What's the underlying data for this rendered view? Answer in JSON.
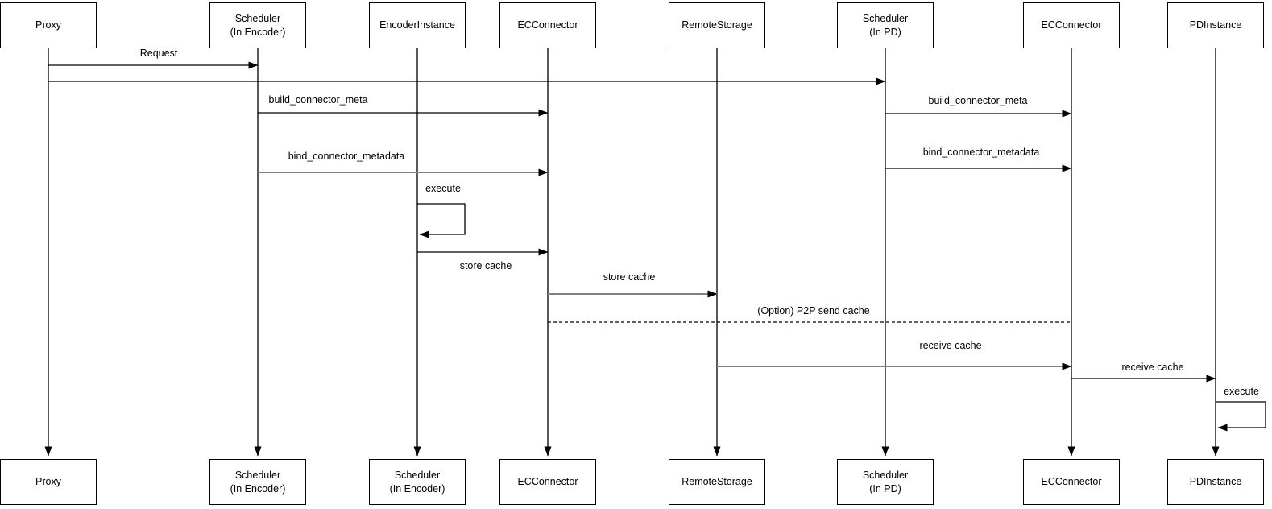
{
  "colors": {
    "background": "#ffffff",
    "box_fill": "#ffffff",
    "box_border": "#000000",
    "arrow_primary": "#000000",
    "arrow_secondary": "#808080",
    "text": "#000000"
  },
  "actors_top": [
    {
      "label": "Proxy"
    },
    {
      "label": "Scheduler\n(In Encoder)"
    },
    {
      "label": "EncoderInstance"
    },
    {
      "label": "ECConnector"
    },
    {
      "label": "RemoteStorage"
    },
    {
      "label": "Scheduler\n(In PD)"
    },
    {
      "label": "ECConnector"
    },
    {
      "label": "PDInstance"
    }
  ],
  "actors_bottom": [
    {
      "label": "Proxy"
    },
    {
      "label": "Scheduler\n(In Encoder)"
    },
    {
      "label": "Scheduler\n(In Encoder)"
    },
    {
      "label": "ECConnector"
    },
    {
      "label": "RemoteStorage"
    },
    {
      "label": "Scheduler\n(In PD)"
    },
    {
      "label": "ECConnector"
    },
    {
      "label": "PDInstance"
    }
  ],
  "messages": [
    {
      "label": "Request",
      "from": "Proxy",
      "to": "Scheduler (In Encoder)",
      "line": "solid-black"
    },
    {
      "label": "",
      "from": "Proxy",
      "to": "Scheduler (In PD)",
      "line": "solid-black"
    },
    {
      "label": "build_connector_meta",
      "from": "Scheduler (In Encoder)",
      "to": "ECConnector",
      "line": "solid-black"
    },
    {
      "label": "build_connector_meta",
      "from": "Scheduler (In PD)",
      "to": "ECConnector",
      "line": "solid-black"
    },
    {
      "label": "bind_connector_metadata",
      "from": "Scheduler (In Encoder)",
      "to": "ECConnector",
      "line": "solid-gray"
    },
    {
      "label": "bind_connector_metadata",
      "from": "Scheduler (In PD)",
      "to": "ECConnector",
      "line": "solid-black"
    },
    {
      "label": "execute",
      "from": "EncoderInstance",
      "to": "EncoderInstance",
      "line": "self-loop"
    },
    {
      "label": "store cache",
      "from": "EncoderInstance",
      "to": "ECConnector",
      "line": "solid-black"
    },
    {
      "label": "store cache",
      "from": "ECConnector",
      "to": "RemoteStorage",
      "line": "solid-gray"
    },
    {
      "label": "(Option) P2P send cache",
      "from": "ECConnector",
      "to": "ECConnector",
      "line": "dashed-black"
    },
    {
      "label": "receive cache",
      "from": "RemoteStorage",
      "to": "ECConnector",
      "line": "solid-gray"
    },
    {
      "label": "receive cache",
      "from": "ECConnector",
      "to": "PDInstance",
      "line": "solid-black"
    },
    {
      "label": "execute",
      "from": "PDInstance",
      "to": "PDInstance",
      "line": "self-loop"
    }
  ]
}
